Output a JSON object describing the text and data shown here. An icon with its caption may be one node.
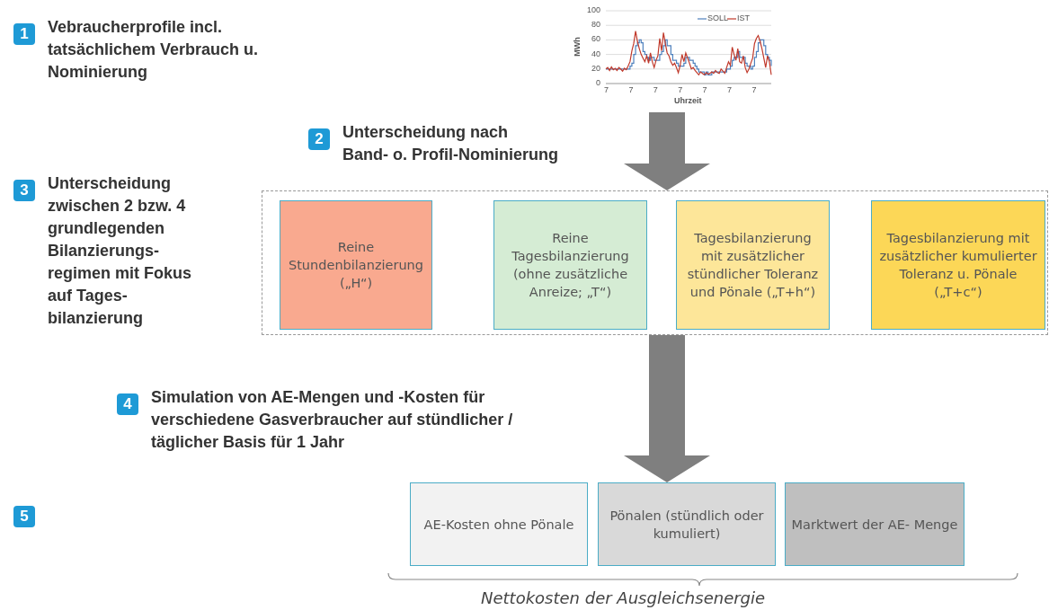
{
  "diagram": {
    "nodes": [
      {
        "text": [
          "1",
          "Vebraucherprofile incl. tatsächlichem Verbrauch u. Nominierung"
        ]
      },
      {
        "text": [],
        "shape": "picture"
      },
      {
        "text": [
          "2",
          "Unterscheidung nach Band- o. Profil-Nominierung"
        ]
      },
      {
        "text": [
          "3",
          "Unterscheidung zwischen 2 bzw. 4 grundlegenden Bilanzierungs- regimen mit Fokus auf Tages- bilanzierung"
        ]
      },
      {
        "text": [],
        "shape": "box"
      },
      {
        "text": [
          "Reine Stundenbilanzierung („H“)"
        ],
        "in": 4
      },
      {
        "text": [
          "Reine Tagesbilanzierung (ohne zusätzliche Anreize; „T“)"
        ],
        "in": 4
      },
      {
        "text": [
          "Tagesbilanzierung mit zusätzlicher stündlicher Toleranz und Pönale („T+h“)"
        ],
        "in": 4
      },
      {
        "text": [
          "Tagesbilanzierung mit zusätzlicher kumulierter Toleranz u. Pönale („T+c“)"
        ],
        "in": 4
      },
      {
        "text": [
          "4",
          "Simulation von AE-Mengen und -Kosten für verschiedene Gasverbraucher auf stündlicher / täglicher Basis für 1 Jahr"
        ]
      },
      {
        "text": [
          "5"
        ]
      },
      {
        "text": [
          "AE-Kosten ohne Pönale"
        ]
      },
      {
        "text": [
          "Pönalen (stündlich oder kumuliert)"
        ]
      },
      {
        "text": [
          "Marktwert der AE- Menge"
        ]
      }
    ],
    "edges": [
      {
        "from": 1,
        "to": 4,
        "arrow": "to"
      },
      {
        "from": 4,
        "to": 12,
        "arrow": "to"
      }
    ],
    "legend": [
      {
        "text": "SOLL"
      },
      {
        "text": "IST"
      }
    ],
    "labels": [
      "100",
      "80",
      "60",
      "40",
      "20",
      "0",
      "MWh",
      "7",
      "7",
      "7",
      "7",
      "7",
      "7",
      "7",
      "Uhrzeit",
      "Nettokosten der Ausgleichsenergie"
    ]
  }
}
